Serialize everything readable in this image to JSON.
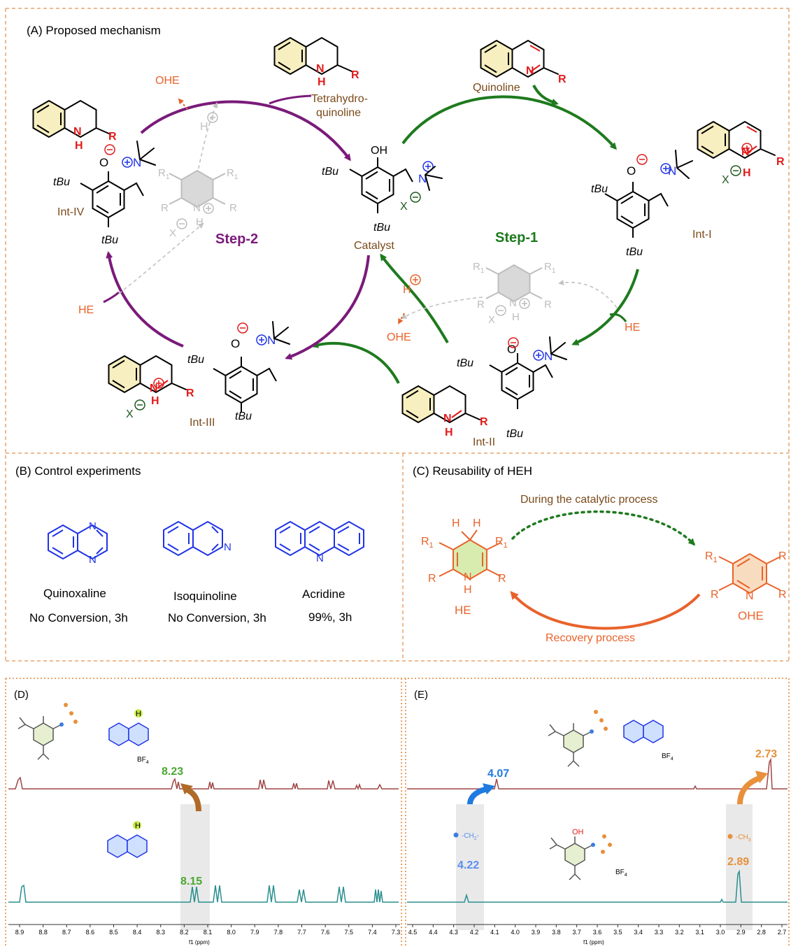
{
  "panelA": {
    "title": "(A) Proposed mechanism",
    "step1": "Step-1",
    "step2": "Step-2",
    "catalyst": "Catalyst",
    "quinoline": "Quinoline",
    "thq1": "Tetrahydro-",
    "thq2": "quinoline",
    "int1": "Int-I",
    "int2": "Int-II",
    "int3": "Int-III",
    "int4": "Int-IV",
    "he": "HE",
    "ohe": "OHE",
    "tbu": "tBu",
    "r": "R",
    "r1": "R",
    "r1sub": "1",
    "n": "N",
    "h": "H",
    "o": "O",
    "oh": "OH",
    "x": "X",
    "plus": "+",
    "minus": "−"
  },
  "panelB": {
    "title": "(B) Control experiments",
    "compounds": [
      {
        "name": "Quinoxaline",
        "result": "No Conversion, 3h"
      },
      {
        "name": "Isoquinoline",
        "result": "No Conversion, 3h"
      },
      {
        "name": "Acridine",
        "result": "99%, 3h"
      }
    ]
  },
  "panelC": {
    "title": "(C) Reusability of HEH",
    "top_label": "During the catalytic process",
    "bottom_label": "Recovery process",
    "left_name": "HE",
    "right_name": "OHE"
  },
  "panelD": {
    "label": "(D)",
    "peak_top": "8.23",
    "peak_bottom": "8.15",
    "bf4": "BF",
    "bf4sub": "4",
    "axis_title": "f1 (ppm)",
    "ticks": [
      "8.9",
      "8.8",
      "8.7",
      "8.6",
      "8.5",
      "8.4",
      "8.3",
      "8.2",
      "8.1",
      "8.0",
      "7.9",
      "7.8",
      "7.7",
      "7.6",
      "7.5",
      "7.4",
      "7.3"
    ]
  },
  "panelE": {
    "label": "(E)",
    "peak_top_left": "4.07",
    "peak_bottom_left": "4.22",
    "peak_top_right": "2.73",
    "peak_bottom_right": "2.89",
    "ch2_label": "-CH",
    "ch2_sub": "2",
    "ch3_label": "-CH",
    "ch3_sub": "3",
    "bf4": "BF",
    "bf4sub": "4",
    "oh": "OH",
    "axis_title": "f1 (ppm)",
    "ticks": [
      "4.5",
      "4.4",
      "4.3",
      "4.2",
      "4.1",
      "4.0",
      "3.9",
      "3.8",
      "3.7",
      "3.6",
      "3.5",
      "3.4",
      "3.3",
      "3.2",
      "3.1",
      "3.0",
      "2.9",
      "2.8",
      "2.7"
    ]
  },
  "colors": {
    "step1": "#1e7a1e",
    "step2": "#7a1a7a",
    "orange": "#e8632b",
    "brown": "#7a4a1a",
    "blue": "#1f33e6",
    "red": "#e11b1b",
    "teal": "#2a8f8f",
    "maroon": "#a04545",
    "peakgreen": "#4aa832"
  }
}
